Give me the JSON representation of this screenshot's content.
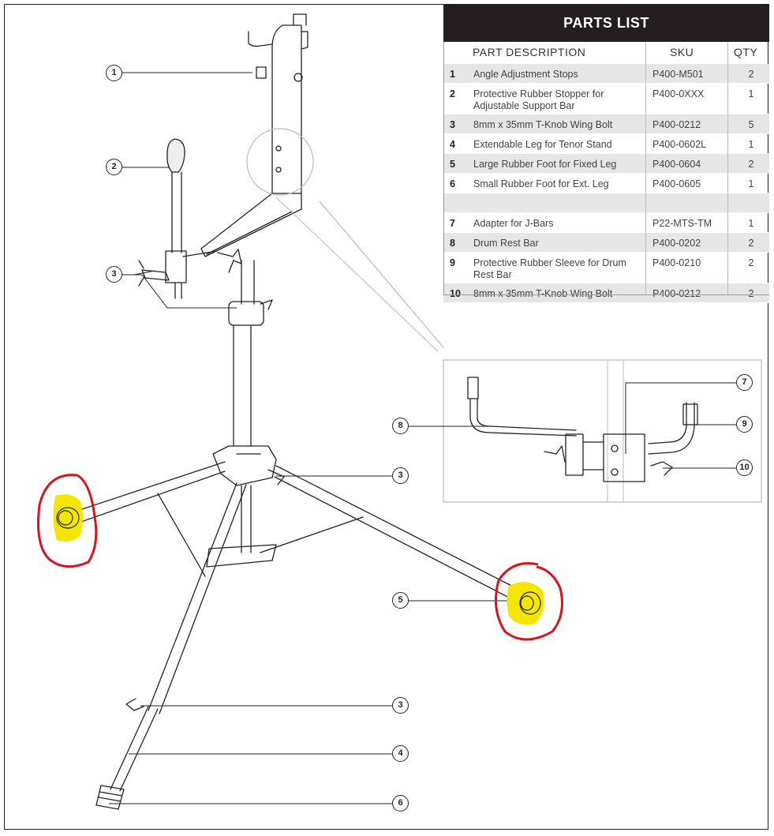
{
  "table": {
    "title": "PARTS LIST",
    "headers": {
      "description": "PART DESCRIPTION",
      "sku": "SKU",
      "qty": "QTY"
    },
    "rows": [
      {
        "num": "1",
        "description": "Angle Adjustment Stops",
        "sku": "P400-M501",
        "qty": "2"
      },
      {
        "num": "2",
        "description": "Protective Rubber Stopper for Adjustable Support Bar",
        "sku": "P400-0XXX",
        "qty": "1"
      },
      {
        "num": "3",
        "description": "8mm x 35mm T-Knob Wing Bolt",
        "sku": "P400-0212",
        "qty": "5"
      },
      {
        "num": "4",
        "description": "Extendable Leg for Tenor Stand",
        "sku": "P400-0602L",
        "qty": "1"
      },
      {
        "num": "5",
        "description": "Large Rubber Foot for Fixed Leg",
        "sku": "P400-0604",
        "qty": "2"
      },
      {
        "num": "6",
        "description": "Small Rubber Foot for Ext. Leg",
        "sku": "P400-0605",
        "qty": "1"
      },
      {
        "num": "",
        "description": "",
        "sku": "",
        "qty": ""
      },
      {
        "num": "7",
        "description": "Adapter for J-Bars",
        "sku": "P22-MTS-TM",
        "qty": "1"
      },
      {
        "num": "8",
        "description": "Drum Rest Bar",
        "sku": "P400-0202",
        "qty": "2"
      },
      {
        "num": "9",
        "description": "Protective Rubber Sleeve for Drum Rest Bar",
        "sku": "P400-0210",
        "qty": "2"
      },
      {
        "num": "10",
        "description": "8mm x 35mm T-Knob Wing Bolt",
        "sku": "P400-0212",
        "qty": "2"
      }
    ]
  },
  "callouts": {
    "c1": "1",
    "c2": "2",
    "c3a": "3",
    "c3b": "3",
    "c3c": "3",
    "c4": "4",
    "c5": "5",
    "c6": "6",
    "c7": "7",
    "c8": "8",
    "c9": "9",
    "c10": "10"
  },
  "colors": {
    "title_bg": "#231f20",
    "row_shade": "#e6e6e6",
    "highlight": "#f5e600",
    "annotation": "#d8141c",
    "line": "#222222"
  }
}
